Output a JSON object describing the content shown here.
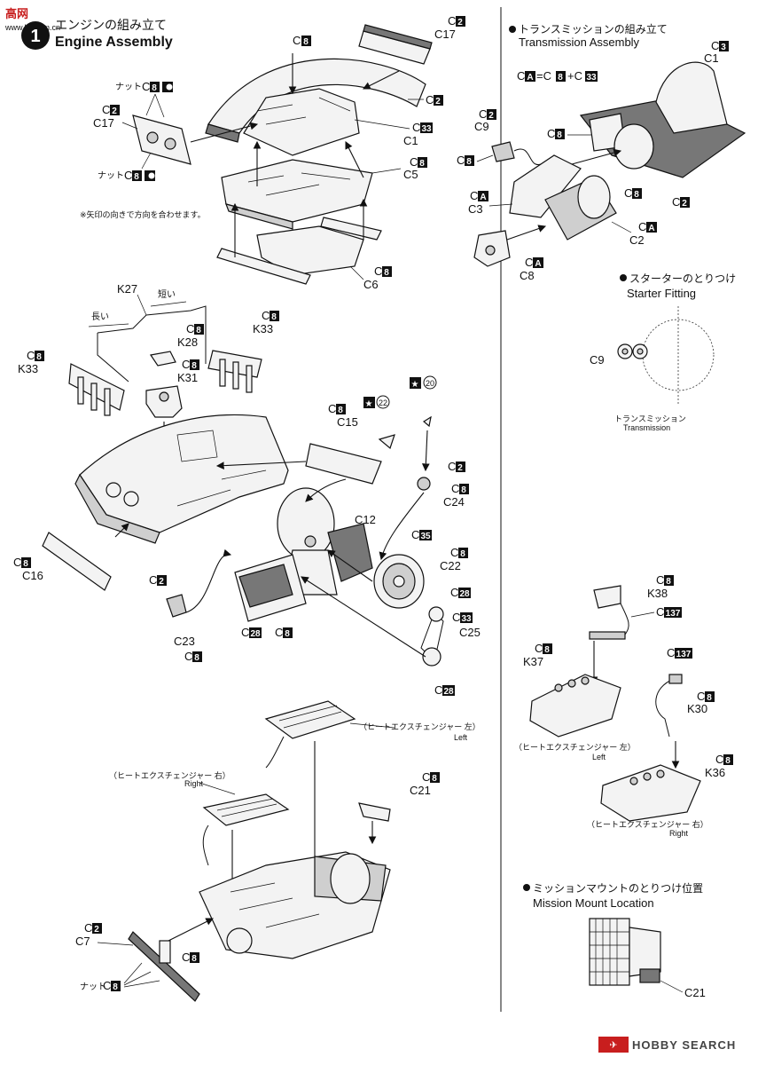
{
  "watermark_top": {
    "logo": "高网",
    "site": "www.hlj.com.cn"
  },
  "step_number": "1",
  "sections": {
    "engine": {
      "title_jp": "エンジンの組み立て",
      "title_en": "Engine Assembly"
    },
    "transmission": {
      "title_jp": "トランスミッションの組み立て",
      "title_en": "Transmission Assembly"
    },
    "starter": {
      "title_jp": "スターターのとりつけ",
      "title_en": "Starter Fitting"
    },
    "mount": {
      "title_jp": "ミッションマウントのとりつけ位置",
      "title_en": "Mission Mount Location"
    }
  },
  "notes": {
    "arrow_direction": "※矢印の向きで方向を合わせます。",
    "nut": "ナット",
    "long": "長い",
    "short": "短い",
    "transmission": "トランスミッション",
    "transmission_en": "Transmission",
    "heat_left_jp": "（ヒートエクスチェンジャー 左）",
    "heat_right_jp": "（ヒートエクスチェンジャー 右）",
    "left": "Left",
    "right": "Right"
  },
  "formula": {
    "left": "C",
    "left_box": "A",
    "eq": "=C",
    "box_8": "8",
    "plus": "+C",
    "box_33": "33"
  },
  "engine_labels": [
    {
      "id": "c2-c17-top",
      "runner": "C",
      "box": "2",
      "part": "C17"
    },
    {
      "id": "c8-top",
      "runner": "C",
      "box": "8",
      "part": ""
    },
    {
      "id": "c2-right",
      "runner": "C",
      "box": "2",
      "part": ""
    },
    {
      "id": "c33-c1",
      "runner": "C",
      "box": "33",
      "part": "C1"
    },
    {
      "id": "c8-c5",
      "runner": "C",
      "box": "8",
      "part": "C5"
    },
    {
      "id": "c8-c6",
      "runner": "C",
      "box": "8",
      "part": "C6"
    },
    {
      "id": "c2-c17-left",
      "runner": "C",
      "box": "2",
      "part": "C17"
    },
    {
      "id": "nut-c8-top",
      "runner": "C",
      "box": "8",
      "part": ""
    },
    {
      "id": "nut-c8-bot",
      "runner": "C",
      "box": "8",
      "part": ""
    }
  ],
  "wiring_labels": {
    "k27": "K27",
    "c8-k28": {
      "runner": "C",
      "box": "8",
      "part": "K28"
    },
    "c8-k33-left": {
      "runner": "C",
      "box": "8",
      "part": "K33"
    },
    "c8-k33-right": {
      "runner": "C",
      "box": "8",
      "part": "K33"
    },
    "c8-k31": {
      "runner": "C",
      "box": "8",
      "part": "K31"
    }
  },
  "lower_labels": {
    "c8-c15": {
      "runner": "C",
      "box": "8",
      "part": "C15"
    },
    "star22": "22",
    "star20": "20",
    "c2-c24": {
      "runner": "C",
      "box": "2",
      "box2": "8",
      "part": "C24"
    },
    "c12": "C12",
    "c35": "35",
    "c8-c22": {
      "runner": "C",
      "box": "8",
      "part": "C22"
    },
    "c28-a": "28",
    "c33-c25": {
      "box": "33",
      "part": "C25"
    },
    "c28-b": "28",
    "c8-c16": {
      "runner": "C",
      "box": "8",
      "part": "C16"
    },
    "c2-c23": {
      "runner": "C",
      "box": "2",
      "part": "C23",
      "box2": "8"
    },
    "c28-c8": {
      "box": "28",
      "box2": "8"
    }
  },
  "trans_labels": {
    "c3-c1": {
      "box": "3",
      "part": "C1"
    },
    "c2-c9": {
      "box": "2",
      "part": "C9"
    },
    "c8-a": "8",
    "c8-b": "8",
    "c8-c": "8",
    "c2-bottom": "2",
    "ca-c3": {
      "box": "A",
      "part": "C3"
    },
    "ca-c2": {
      "box": "A",
      "part": "C2"
    },
    "ca-c8": {
      "box": "A",
      "part": "C8"
    }
  },
  "starter_label": "C9",
  "heat_labels": {
    "c8-k38": {
      "box": "8",
      "part": "K38"
    },
    "c137-a": "137",
    "c8-k37": {
      "box": "8",
      "part": "K37"
    },
    "c137-b": "137",
    "c8-k30": {
      "box": "8",
      "part": "K30"
    },
    "c8-k36": {
      "box": "8",
      "part": "K36"
    }
  },
  "bottom_labels": {
    "c8-c21": {
      "box": "8",
      "part": "C21"
    },
    "c2-c7": {
      "box": "2",
      "part": "C7"
    },
    "c8-side": "8",
    "nut-c8": "8"
  },
  "mount_label": "C21",
  "footer_watermark": "HOBBY SEARCH"
}
